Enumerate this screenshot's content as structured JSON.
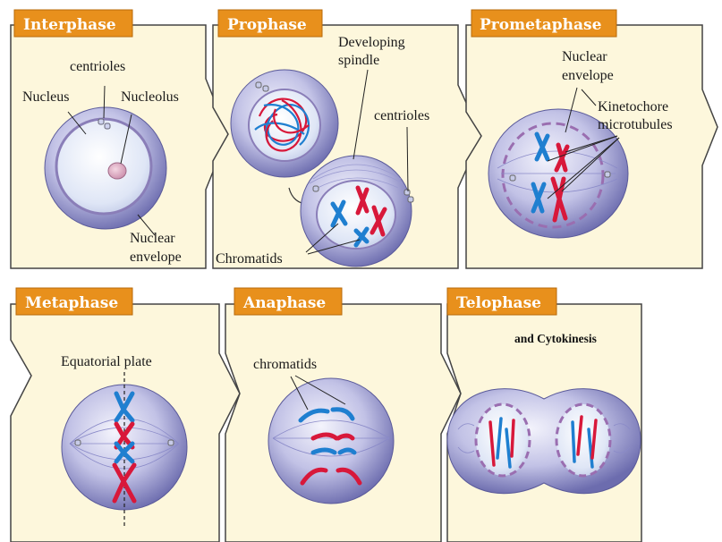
{
  "phases": {
    "interphase": {
      "title": "Interphase",
      "labels": [
        "centrioles",
        "Nucleus",
        "Nucleolus",
        "Nuclear",
        "envelope"
      ]
    },
    "prophase": {
      "title": "Prophase",
      "labels": [
        "Developing",
        "spindle",
        "centrioles",
        "Chromatids"
      ]
    },
    "prometaphase": {
      "title": "Prometaphase",
      "labels": [
        "Nuclear",
        "envelope",
        "Kinetochore",
        "microtubules"
      ]
    },
    "metaphase": {
      "title": "Metaphase",
      "labels": [
        "Equatorial plate"
      ]
    },
    "anaphase": {
      "title": "Anaphase",
      "labels": [
        "chromatids"
      ]
    },
    "telophase": {
      "title": "Telophase",
      "labels": [
        "and Cytokinesis"
      ]
    }
  },
  "colors": {
    "panel": "#fdf7dc",
    "tab": "#e8901c",
    "cell": "#8f8fcf",
    "chromosome_blue": "#1f7fd0",
    "chromosome_red": "#d8183a"
  }
}
